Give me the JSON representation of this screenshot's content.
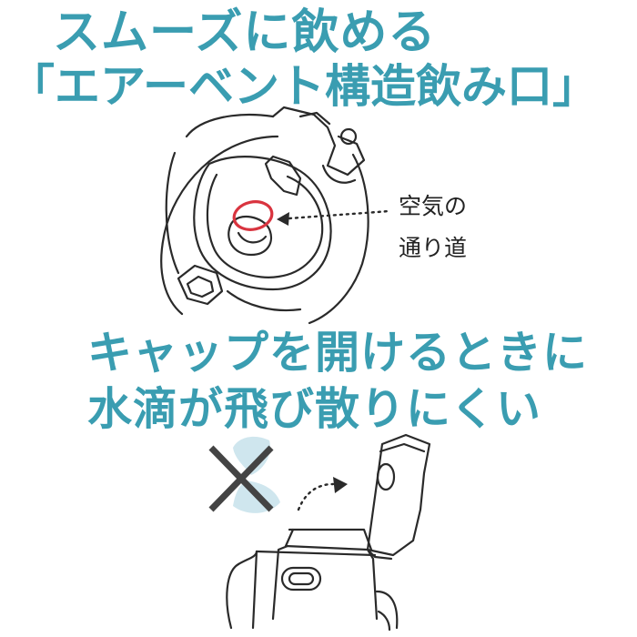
{
  "headline": {
    "line1": "スムーズに飲める",
    "line2": "「エアーベント構造飲み口」",
    "line3": "キャップを開けるときに",
    "line4": "水滴が飛び散りにくい"
  },
  "annotation": {
    "line1": "空気の",
    "line2": "通り道"
  },
  "colors": {
    "headline": "#3a9db1",
    "ring": "#d9343f",
    "droplet": "#cfe6ee",
    "cross": "#444444",
    "outline": "#2a2a2a"
  },
  "icons": {
    "cross": "cross-mark-icon",
    "arrow": "dotted-arrow-icon"
  }
}
